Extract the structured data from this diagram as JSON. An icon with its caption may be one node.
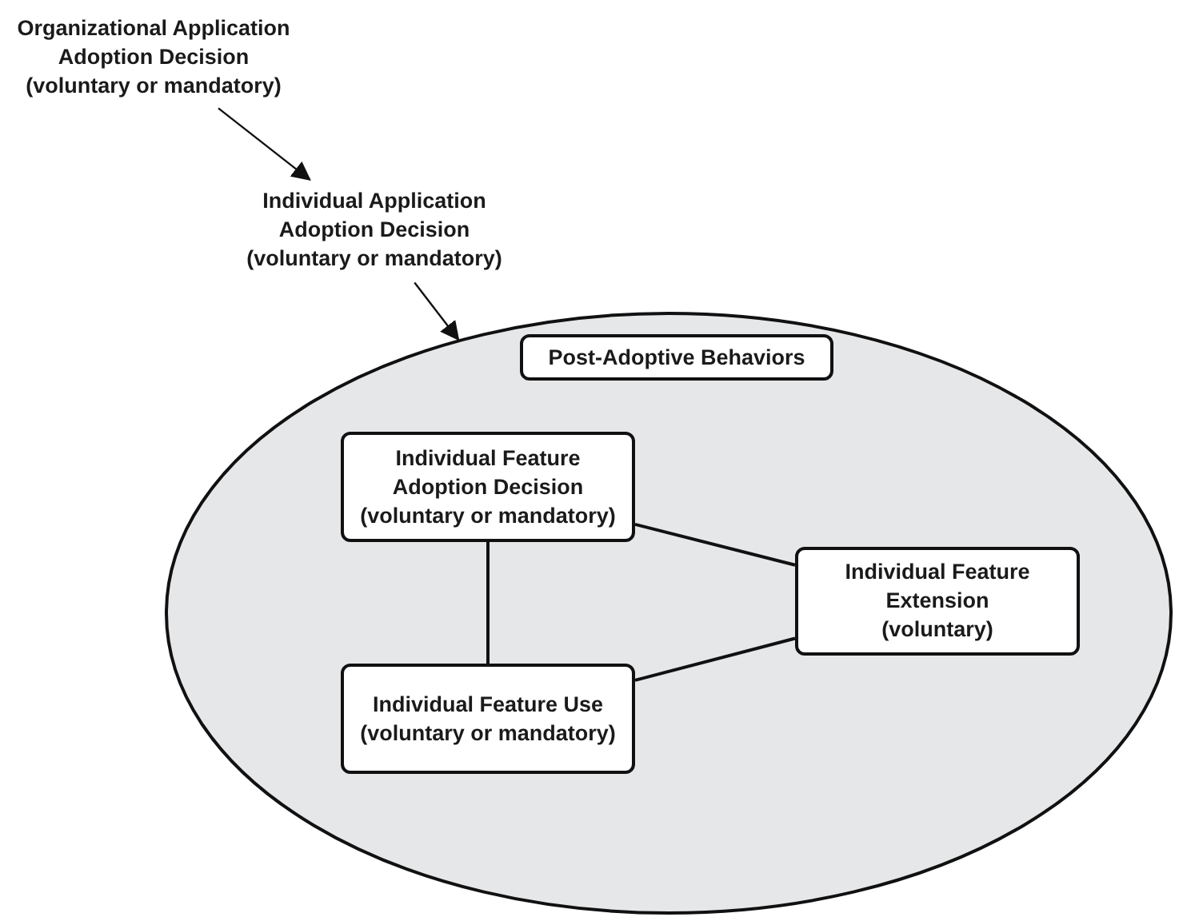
{
  "diagram": {
    "nodes": [
      {
        "text": [
          "Organizational Application Adoption Decision (voluntary or mandatory)"
        ]
      },
      {
        "text": [
          "Individual Application Adoption Decision (voluntary or mandatory)"
        ]
      },
      {
        "text": [],
        "shape": "circle"
      },
      {
        "text": [
          "Post-Adoptive Behaviors"
        ],
        "in": 2
      },
      {
        "text": [
          "Individual Feature Adoption Decision (voluntary or mandatory)"
        ],
        "in": 2
      },
      {
        "text": [
          "Individual Feature Extension (voluntary)"
        ],
        "in": 2
      },
      {
        "text": [
          "Individual Feature Use (voluntary or mandatory)"
        ],
        "in": 2
      }
    ],
    "edges": [
      {
        "from": 0,
        "to": 1,
        "arrow": "to"
      },
      {
        "from": 1,
        "to": 2,
        "arrow": "to"
      },
      {
        "from": 4,
        "to": 5,
        "arrow": "none"
      },
      {
        "from": 4,
        "to": 6,
        "arrow": "none"
      },
      {
        "from": 6,
        "to": 5,
        "arrow": "none"
      }
    ]
  }
}
